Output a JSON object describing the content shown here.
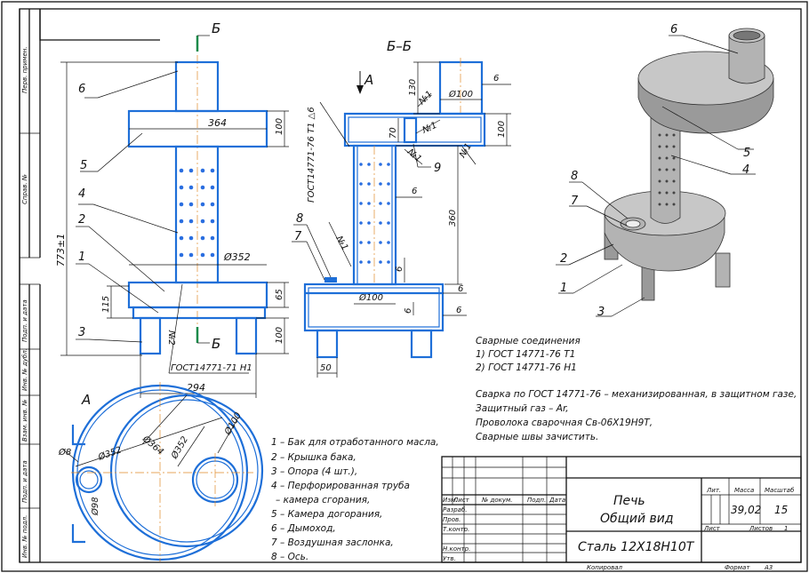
{
  "sheet": {
    "title_line1": "Печь",
    "title_line2": "Общий вид",
    "material": "Сталь 12Х18Н10Т",
    "col_izm": "Изм.",
    "col_list": "Лист",
    "col_doc": "№ докум.",
    "col_podp": "Подп.",
    "col_data": "Дата",
    "row_razrab": "Разраб.",
    "row_prov": "Пров.",
    "row_tkontr": "Т.контр.",
    "row_nkontr": "Н.контр.",
    "row_utv": "Утв.",
    "lit_label": "Лит.",
    "mass_label": "Масса",
    "scale_label": "Масштаб",
    "mass_value": "39,02",
    "scale_value": "15",
    "sheet_label": "Лист",
    "sheets_label": "Листов",
    "sheets_value": "1",
    "copied_label": "Копировал",
    "format_label": "Формат",
    "format_value": "А3"
  },
  "side_stamps": {
    "perv_primen": "Перв. примен.",
    "sprav_no": "Справ. №",
    "podp_data_1": "Подп. и дата",
    "inv_dubl": "Инв. № дубл.",
    "vzam_inv": "Взам. инв. №",
    "podp_data_2": "Подп. и дата",
    "inv_podl": "Инв. № подл."
  },
  "section_labels": {
    "b": "Б",
    "bb": "Б–Б",
    "a": "А",
    "view_a": "А"
  },
  "front_view": {
    "dim_overall": "773±1",
    "dim_364": "364",
    "dim_100_top": "100",
    "dim_352": "Ø352",
    "dim_65": "65",
    "dim_115": "115",
    "dim_100_bottom": "100",
    "dim_294": "294",
    "weld_n2": "№2",
    "gost_h1": "ГОСТ14771-71 Н1",
    "callouts": [
      "6",
      "5",
      "4",
      "2",
      "1",
      "3"
    ]
  },
  "section_view": {
    "dim_130": "130",
    "dim_phi100_top": "Ø100",
    "dim_6_top": "6",
    "dim_70": "70",
    "dim_100_right": "100",
    "dim_6_mid": "6",
    "dim_360": "360",
    "dim_6_lower": "6",
    "dim_phi100_bottom": "Ø100",
    "dim_6_base": "6",
    "dim_6_base2": "6",
    "dim_6_bottom": "6",
    "dim_50": "50",
    "weld_n1_a": "№1",
    "weld_n1_b": "№1",
    "weld_n1_c": "№1",
    "weld_n1_d": "№1",
    "weld_n1_e": "№1",
    "gost_t1": "ГОСТ14771-76 Т1 △6",
    "callouts": [
      "8",
      "7",
      "9"
    ]
  },
  "view_a_dims": {
    "d8": "Ø8",
    "d352": "Ø352",
    "d364": "Ø364",
    "d352b": "Ø352",
    "d100": "Ø100",
    "d98": "Ø98"
  },
  "iso_callouts": [
    "6",
    "5",
    "4",
    "8",
    "7",
    "2",
    "1",
    "3"
  ],
  "welds": {
    "title": "Сварные соединения",
    "line1": "1) ГОСТ 14771-76 Т1",
    "line2": "2) ГОСТ 14771-76 Н1"
  },
  "notes": [
    "Сварка по ГОСТ 14771-76 – механизированная, в защитном газе,",
    "Защитный газ – Ar,",
    "Проволока сварочная Св-06Х19Н9Т,",
    "Сварные швы зачистить."
  ],
  "parts": [
    "1 – Бак для отработанного масла,",
    "2 – Крышка бака,",
    "3 – Опора (4 шт.),",
    "4 – Перфорированная труба",
    "– камера сгорания,",
    "5 – Камера догорания,",
    "6 – Дымоход,",
    "7 – Воздушная заслонка,",
    "8 – Ось."
  ]
}
